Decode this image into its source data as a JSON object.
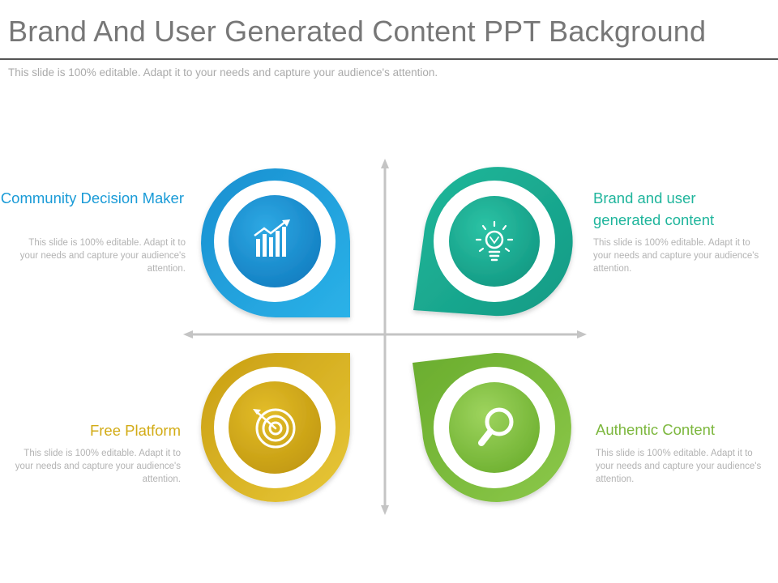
{
  "slide": {
    "title": "Brand And User Generated Content PPT Background",
    "subtitle": "This slide is 100% editable. Adapt it to your needs and capture your audience's attention."
  },
  "quadrants": [
    {
      "id": "top-left",
      "title": "Community Decision Maker",
      "description": "This slide is 100% editable. Adapt it to your needs and capture your audience's attention.",
      "icon": "bar-chart-icon",
      "color": "#1a9bd7"
    },
    {
      "id": "top-right",
      "title": "Brand and user generated content",
      "description": "This slide is 100% editable. Adapt it to your needs and capture your audience's attention.",
      "icon": "lightbulb-icon",
      "color": "#1fb59c"
    },
    {
      "id": "bottom-left",
      "title": "Free Platform",
      "description": "This slide is 100% editable. Adapt it to your needs and capture your audience's attention.",
      "icon": "target-icon",
      "color": "#d8b21f"
    },
    {
      "id": "bottom-right",
      "title": "Authentic Content",
      "description": "This slide is 100% editable. Adapt it to your needs and capture your audience's attention.",
      "icon": "magnifier-icon",
      "color": "#7cb73d"
    }
  ]
}
